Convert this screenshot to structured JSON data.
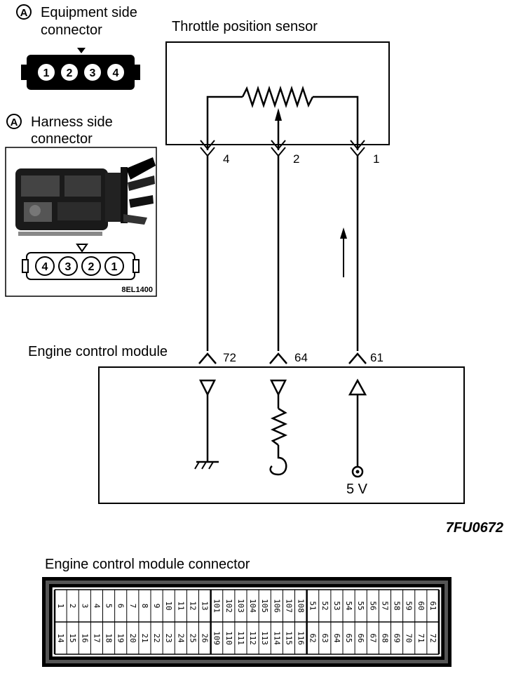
{
  "equipment_connector": {
    "badge": "A",
    "title_line1": "Equipment side",
    "title_line2": "connector",
    "pins": [
      "1",
      "2",
      "3",
      "4"
    ]
  },
  "harness_connector": {
    "badge": "A",
    "title_line1": "Harness side",
    "title_line2": "connector",
    "pins": [
      "4",
      "3",
      "2",
      "1"
    ],
    "photo_code": "8EL1400"
  },
  "sensor": {
    "title": "Throttle position sensor",
    "pins": [
      "4",
      "2",
      "1"
    ]
  },
  "ecm": {
    "title": "Engine control module",
    "pins": [
      "72",
      "64",
      "61"
    ],
    "voltage": "5 V"
  },
  "diagram_code": "7FU0672",
  "ecm_connector": {
    "title": "Engine control module connector",
    "top_row": [
      "1",
      "2",
      "3",
      "4",
      "5",
      "6",
      "7",
      "8",
      "9",
      "10",
      "11",
      "12",
      "13",
      "101",
      "102",
      "103",
      "104",
      "105",
      "106",
      "107",
      "108",
      "51",
      "52",
      "53",
      "54",
      "55",
      "56",
      "57",
      "58",
      "59",
      "60",
      "61"
    ],
    "bottom_row": [
      "14",
      "15",
      "16",
      "17",
      "18",
      "19",
      "20",
      "21",
      "22",
      "23",
      "24",
      "25",
      "26",
      "109",
      "110",
      "111",
      "112",
      "113",
      "114",
      "115",
      "116",
      "62",
      "63",
      "64",
      "65",
      "66",
      "67",
      "68",
      "69",
      "70",
      "71",
      "72"
    ]
  }
}
